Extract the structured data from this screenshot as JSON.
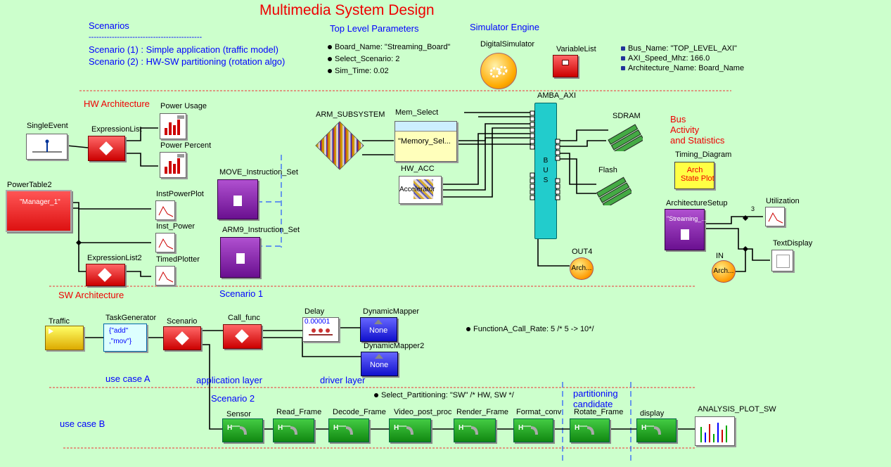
{
  "title": "Multimedia System Design",
  "scenarios": {
    "heading": "Scenarios",
    "separator": "--------------------------------------------",
    "line1": "Scenario (1) :  Simple application (traffic model)",
    "line2": "Scenario (2) :  HW-SW partitioning (rotation algo)"
  },
  "params": {
    "heading": "Top Level Parameters",
    "board": "Board_Name: \"Streaming_Board\"",
    "select": "Select_Scenario: 2",
    "simtime": "Sim_Time: 0.02"
  },
  "sim": {
    "heading": "Simulator Engine",
    "digital": "DigitalSimulator",
    "varlist": "VariableList"
  },
  "bus_params": {
    "bus_name": "Bus_Name: \"TOP_LEVEL_AXI\"",
    "axi_speed": "AXI_Speed_Mhz: 166.0",
    "arch_name": "Architecture_Name: Board_Name"
  },
  "hw": {
    "label": "HW Architecture",
    "single_event": "SingleEvent",
    "expression_list": "ExpressionList",
    "power_usage": "Power Usage",
    "power_percent": "Power Percent",
    "power_table": "PowerTable2",
    "manager": "\"Manager_1\"",
    "inst_power_plot": "InstPowerPlot",
    "inst_power": "Inst_Power",
    "expression_list2": "ExpressionList2",
    "timed_plotter": "TimedPlotter",
    "move_set": "MOVE_Instruction_Set",
    "arm9_set": "ARM9_Instruction_Set",
    "arm_subsystem": "ARM_SUBSYSTEM",
    "mem_select": "Mem_Select",
    "memory_sel": "\"Memory_Sel...",
    "hw_acc": "HW_ACC",
    "accelerator": "Accelerator",
    "amba": "AMBA_AXI",
    "bus_letters": "B U S",
    "sdram": "SDRAM",
    "flash": "Flash",
    "out4": "OUT4",
    "arch_short": "Arch...",
    "bus_activity": "Bus\nActivity\nand Statistics",
    "timing_diagram": "Timing_Diagram",
    "arch_state_plot": "Arch\nState Plot",
    "arch_setup": "ArchitectureSetup",
    "streaming": "\"Streaming_...",
    "utilization": "Utilization",
    "text_display": "TextDisplay",
    "in_label": "IN",
    "arch_in": "Arch...",
    "three": "3"
  },
  "sw": {
    "label": "SW Architecture",
    "scenario1": "Scenario 1",
    "traffic": "Traffic",
    "task_gen": "TaskGenerator",
    "task_gen_val1": "{\"add\"",
    "task_gen_val2": ",\"mov\"}",
    "scenario": "Scenario",
    "call_func": "Call_func",
    "delay": "Delay",
    "delay_val": "0.00001",
    "dyn_mapper": "DynamicMapper",
    "dyn_mapper2": "DynamicMapper2",
    "none": "None",
    "rate": "FunctionA_Call_Rate: 5  /* 5 -> 10*/",
    "use_case_a": "use case A",
    "app_layer": "application layer",
    "driver_layer": "driver layer",
    "scenario2": "Scenario 2",
    "use_case_b": "use case B",
    "select_part": "Select_Partitioning: \"SW\" /*  HW, SW */",
    "partition_candidate": "partitioning\ncandidate",
    "pipeline": [
      "Sensor",
      "Read_Frame",
      "Decode_Frame",
      "Video_post_proc",
      "Render_Frame",
      "Format_conv",
      "Rotate_Frame",
      "display"
    ],
    "analysis": "ANALYSIS_PLOT_SW"
  },
  "colors": {
    "red": "#ee0000",
    "blue": "#0000ff",
    "bg": "#ccffcc"
  }
}
